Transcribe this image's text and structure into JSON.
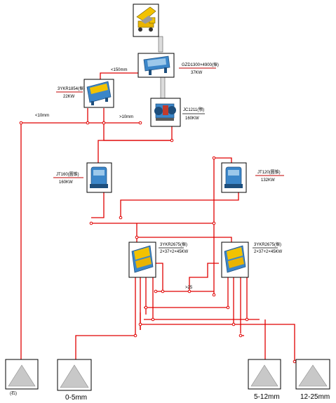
{
  "colors": {
    "pipe": "#e00000",
    "machine_blue": "#3b86c9",
    "machine_yellow": "#f2c200",
    "pile": "#c8c8c8"
  },
  "machines": {
    "feeder": {
      "name": "GZD1300×4900(振)",
      "power": "37KW",
      "icon": "vibrating-feeder-icon"
    },
    "jaw": {
      "name": "JC1211(颚)",
      "power": "160KW",
      "icon": "jaw-crusher-icon"
    },
    "screen_top": {
      "name": "3YKR1854(振)",
      "power": "22KW",
      "icon": "vibrating-screen-icon"
    },
    "cone_left": {
      "name": "JT160(圆锥)",
      "power": "160KW",
      "icon": "cone-crusher-icon"
    },
    "cone_right": {
      "name": "JT120(圆锥)",
      "power": "132KW",
      "icon": "cone-crusher-icon"
    },
    "screen_l": {
      "name": "3YKR2675(振)",
      "power": "2×37+2×45KW",
      "icon": "vibrating-screen-icon"
    },
    "screen_r": {
      "name": "3YKR2675(振)",
      "power": "2×37+2×45KW",
      "icon": "vibrating-screen-icon"
    }
  },
  "streams": {
    "lt150": "<150mm",
    "lt10": "<10mm",
    "gt10": ">10mm",
    "gt25": ">25"
  },
  "products": [
    {
      "label": "",
      "sub": "(石)"
    },
    {
      "label": "0-5mm",
      "sub": ""
    },
    {
      "label": "5-12mm",
      "sub": ""
    },
    {
      "label": "12-25mm",
      "sub": ""
    }
  ]
}
